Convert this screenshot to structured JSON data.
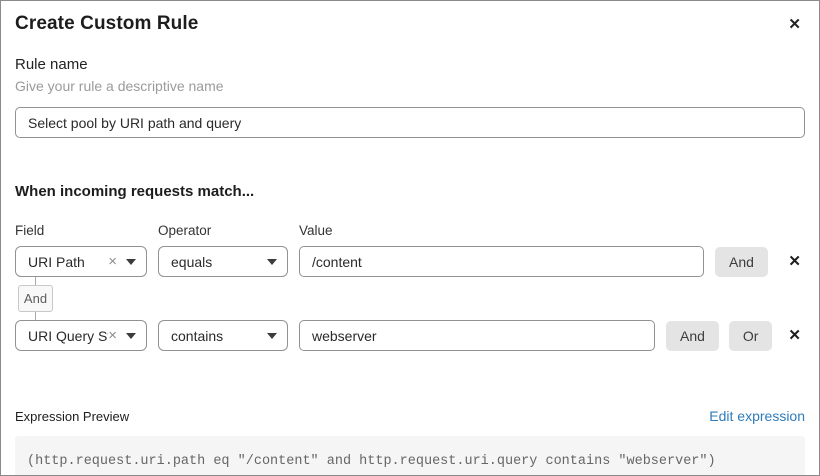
{
  "dialog": {
    "title": "Create Custom Rule"
  },
  "icons": {
    "close": "✕",
    "clear": "×",
    "remove": "✕"
  },
  "rule_name": {
    "label": "Rule name",
    "help": "Give your rule a descriptive name",
    "value": "Select pool by URI path and query"
  },
  "match_section": {
    "heading": "When incoming requests match...",
    "columns": {
      "field": "Field",
      "operator": "Operator",
      "value": "Value"
    },
    "rows": [
      {
        "field": "URI Path",
        "operator": "equals",
        "value": "/content",
        "and_label": "And"
      },
      {
        "field": "URI Query St...",
        "operator": "contains",
        "value": "webserver",
        "and_label": "And",
        "or_label": "Or"
      }
    ],
    "connector_label": "And"
  },
  "expression_preview": {
    "label": "Expression Preview",
    "edit_link": "Edit expression",
    "expression": "(http.request.uri.path eq \"/content\" and http.request.uri.query contains \"webserver\")"
  },
  "colors": {
    "link_blue": "#2e7cba",
    "button_gray": "#e4e4e4",
    "code_bg": "#f5f5f5",
    "border_gray": "#929292"
  }
}
